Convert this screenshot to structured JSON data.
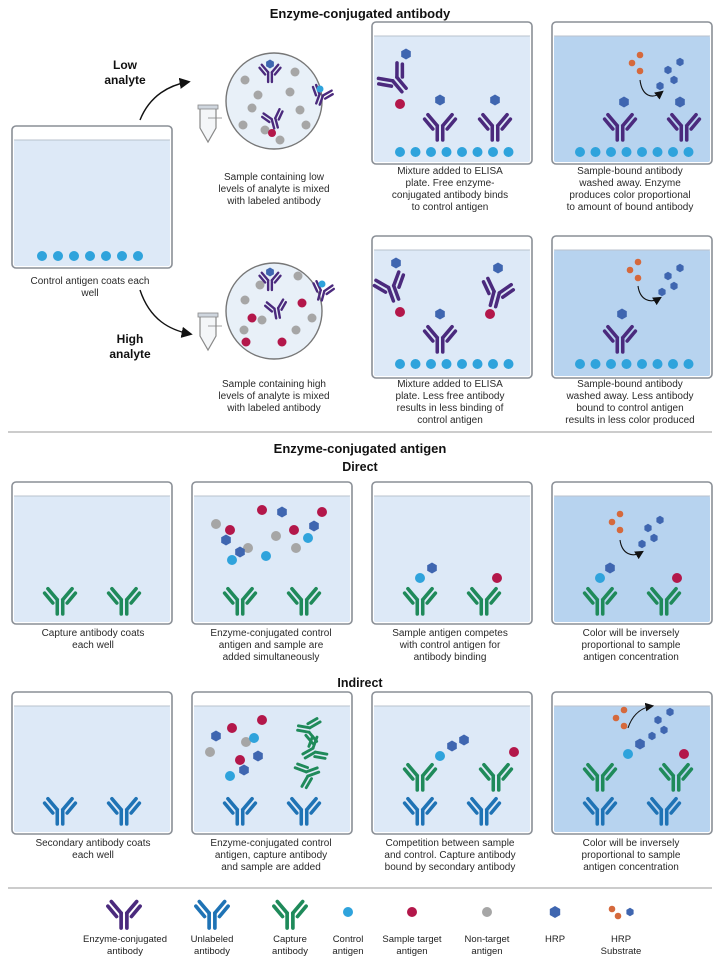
{
  "section1": {
    "title": "Enzyme-conjugated antibody",
    "low_label": "Low\nanalyte",
    "high_label": "High\nanalyte",
    "control_caption": "Control antigen coats each\nwell",
    "low_row": {
      "mix_caption": "Sample containing low\nlevels of analyte is mixed\nwith labeled antibody",
      "plate_caption": "Mixture added to ELISA\nplate. Free enzyme-\nconjugated antibody binds\nto  control antigen",
      "wash_caption": "Sample-bound antibody\nwashed away. Enzyme\nproduces color proportional\nto amount of bound antibody"
    },
    "high_row": {
      "mix_caption": "Sample containing high\nlevels of analyte is mixed\nwith labeled antibody",
      "plate_caption": "Mixture added to ELISA\nplate. Less free antibody\nresults in less binding of\ncontrol antigen",
      "wash_caption": "Sample-bound antibody\nwashed away. Less antibody\nbound to control antigen\nresults in less color produced"
    }
  },
  "section2": {
    "title": "Enzyme-conjugated antigen",
    "direct": {
      "title": "Direct",
      "captions": [
        "Capture antibody coats\neach well",
        "Enzyme-conjugated control\nantigen and sample are\nadded simultaneously",
        "Sample antigen competes\nwith control antigen for\nantibody binding",
        "Color will be inversely\nproportional to sample\nantigen concentration"
      ]
    },
    "indirect": {
      "title": "Indirect",
      "captions": [
        "Secondary antibody coats\neach well",
        "Enzyme-conjugated control\nantigen, capture antibody\nand sample are added",
        "Competition between sample\nand control. Capture antibody\nbound by secondary antibody",
        "Color will be inversely\nproportional to sample\nantigen concentration"
      ]
    }
  },
  "legend": {
    "enzyme_antibody": "Enzyme-conjugated\nantibody",
    "unlabeled_antibody": "Unlabeled\nantibody",
    "capture_antibody": "Capture\nantibody",
    "control_antigen": "Control\nantigen",
    "sample_antigen": "Sample target\nantigen",
    "nontarget_antigen": "Non-target\nantigen",
    "hrp": "HRP",
    "hrp_substrate": "HRP\nSubstrate"
  },
  "colors": {
    "enzyme_antibody": "#4b2a7d",
    "unlabeled_antibody": "#1f73b5",
    "capture_antibody": "#1f8a5a",
    "control_antigen": "#2fa3dc",
    "sample_antigen": "#b3174a",
    "nontarget_antigen": "#a6a6a6",
    "hrp": "#3f66b0",
    "substrate": "#d5693c",
    "well_fill": "#dde9f7",
    "well_fill_colored": "#b7d3ef",
    "well_border": "#8a8f96"
  }
}
